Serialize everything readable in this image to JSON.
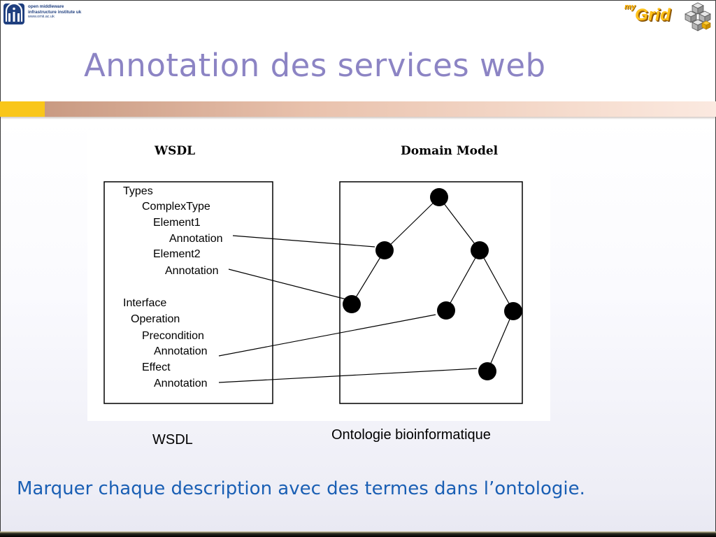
{
  "slide": {
    "title": "Annotation des services web",
    "bullet": "Marquer chaque description avec des termes dans l’ontologie."
  },
  "logos": {
    "omii": {
      "line1": "open middleware",
      "line2": "infrastructure institute uk",
      "url": "www.omii.ac.uk",
      "color": "#1f3f7f"
    },
    "mygrid": {
      "my": "my",
      "grid": "Grid",
      "color": "#ffc21a"
    }
  },
  "diagram": {
    "wsdl_heading": "WSDL",
    "domain_heading": "Domain Model",
    "wsdl_lines": [
      "Types",
      "ComplexType",
      "Element1",
      "Annotation",
      "Element2",
      "Annotation",
      "Interface",
      "Operation",
      "Precondition",
      "Annotation",
      "Effect",
      "Annotation"
    ]
  },
  "captions": {
    "wsdl": "WSDL",
    "ontology": "Ontologie bioinformatique"
  },
  "colors": {
    "title": "#8c84c4",
    "bullet": "#1a5fb4",
    "accent_yellow": "#f9c61a",
    "band": "#e9c2ad"
  }
}
